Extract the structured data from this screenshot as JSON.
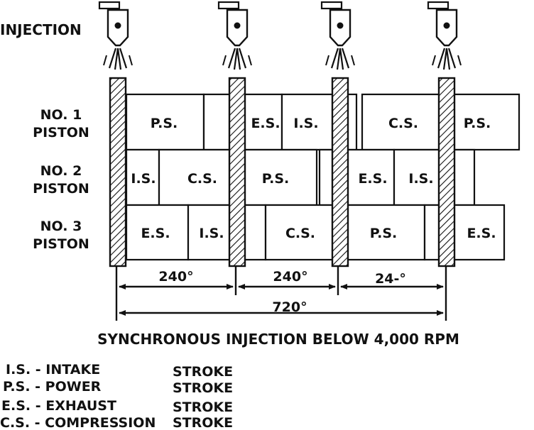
{
  "injection_label": "INJECTION",
  "pistons": [
    {
      "line1": "NO. 1",
      "line2": "PISTON"
    },
    {
      "line1": "NO. 2",
      "line2": "PISTON"
    },
    {
      "line1": "NO. 3",
      "line2": "PISTON"
    }
  ],
  "strokes": {
    "row1": [
      "P.S.",
      "E.S.",
      "I.S.",
      "C.S.",
      "P.S."
    ],
    "row2": [
      "I.S.",
      "C.S.",
      "P.S.",
      "E.S.",
      "I.S."
    ],
    "row3": [
      "E.S.",
      "I.S.",
      "C.S.",
      "P.S.",
      "E.S."
    ]
  },
  "dimensions": {
    "d1": "240°",
    "d2": "240°",
    "d3": "24-°",
    "total": "720°"
  },
  "title": "SYNCHRONOUS INJECTION BELOW 4,000 RPM",
  "legend": [
    {
      "abbr": "I.S. - INTAKE",
      "suffix": "STROKE"
    },
    {
      "abbr": "P.S. - POWER",
      "suffix": "STROKE"
    },
    {
      "abbr": "E.S. - EXHAUST",
      "suffix": "STROKE"
    },
    {
      "abbr": "C.S. - COMPRESSION",
      "suffix": "STROKE"
    }
  ]
}
